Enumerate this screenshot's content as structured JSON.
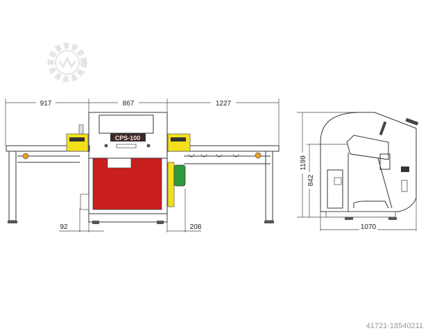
{
  "front_view": {
    "dims": {
      "left": "917",
      "center": "867",
      "right": "1227",
      "bottom_left": "92",
      "bottom_right": "208"
    },
    "machine_label": "CPS-100"
  },
  "side_view": {
    "dims": {
      "height_total": "1199",
      "height_table": "842",
      "depth": "1070"
    }
  },
  "watermark": {
    "text": "41721-18540211",
    "logo": "gear-logo"
  },
  "colors": {
    "guard_red": "#c81e1e",
    "accent_yellow": "#f2e11a",
    "motor_green": "#2f9a3c"
  }
}
